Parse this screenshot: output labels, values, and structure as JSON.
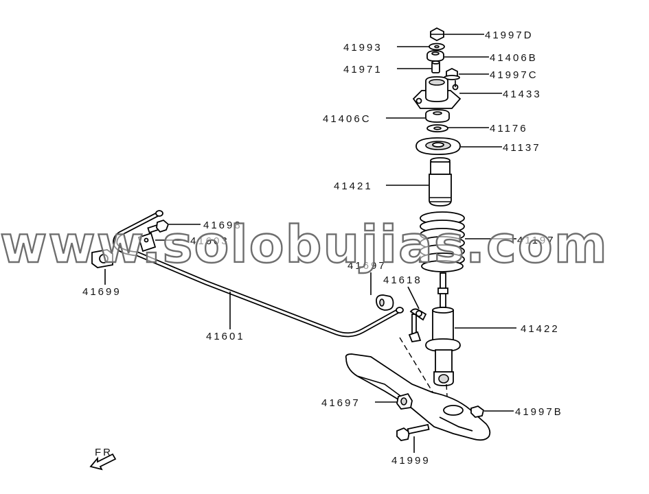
{
  "watermark": "www.solobujias.com",
  "direction_label": "FR",
  "callouts": {
    "p41997D": "41997D",
    "p41993": "41993",
    "p41406B": "41406B",
    "p41971": "41971",
    "p41997C": "41997C",
    "p41433": "41433",
    "p41406C": "41406C",
    "p41176": "41176",
    "p41137": "41137",
    "p41421": "41421",
    "p41197": "41197",
    "p41698": "41698",
    "p41603": "41603",
    "p41699": "41699",
    "p41697a": "41697",
    "p41618": "41618",
    "p41601": "41601",
    "p41422": "41422",
    "p41697b": "41697",
    "p41997B": "41997B",
    "p41999": "41999"
  }
}
